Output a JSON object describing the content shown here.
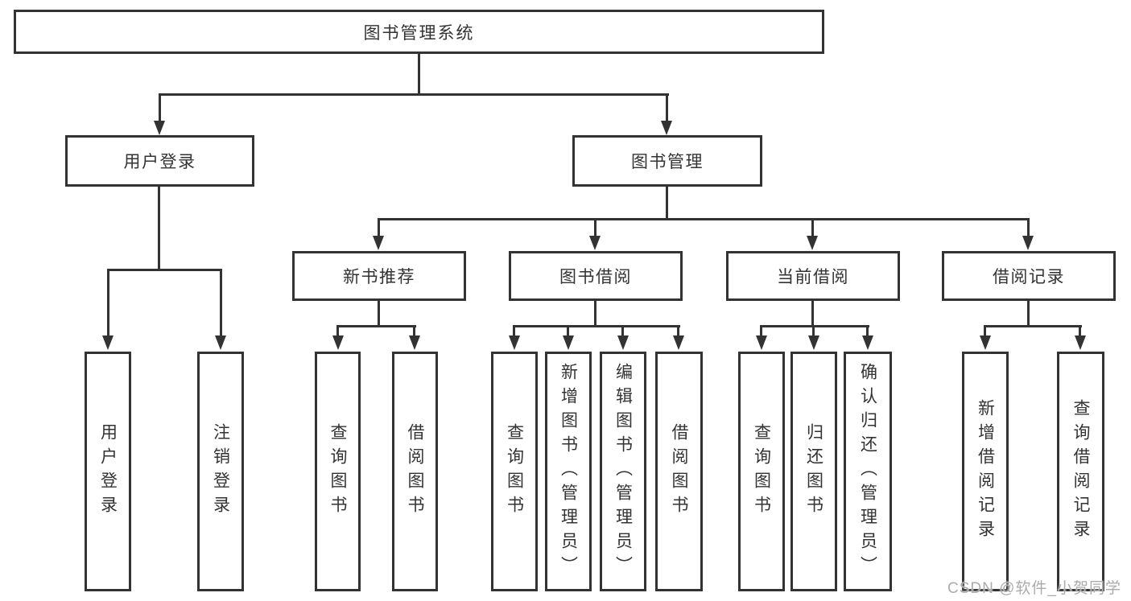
{
  "diagram_type": "hierarchy-tree",
  "colors": {
    "line": "#333333",
    "text": "#333333",
    "background": "#ffffff",
    "watermark": "#ababab"
  },
  "nodes": {
    "root": {
      "label": "图书管理系统"
    },
    "user_login": {
      "label": "用户登录"
    },
    "book_mgmt": {
      "label": "图书管理"
    },
    "new_books": {
      "label": "新书推荐"
    },
    "book_borrow": {
      "label": "图书借阅"
    },
    "current_borrow": {
      "label": "当前借阅"
    },
    "borrow_records": {
      "label": "借阅记录"
    },
    "user_login_children": [
      {
        "label": "用户登录"
      },
      {
        "label": "注销登录"
      }
    ],
    "new_books_children": [
      {
        "label": "查询图书"
      },
      {
        "label": "借阅图书"
      }
    ],
    "book_borrow_children": [
      {
        "label": "查询图书"
      },
      {
        "label": "新增图书（管理员）"
      },
      {
        "label": "编辑图书（管理员）"
      },
      {
        "label": "借阅图书"
      }
    ],
    "current_borrow_children": [
      {
        "label": "查询图书"
      },
      {
        "label": "归还图书"
      },
      {
        "label": "确认归还（管理员）"
      }
    ],
    "borrow_records_children": [
      {
        "label": "新增借阅记录"
      },
      {
        "label": "查询借阅记录"
      }
    ]
  },
  "watermark": {
    "text": "CSDN @软件_小贺同学"
  }
}
